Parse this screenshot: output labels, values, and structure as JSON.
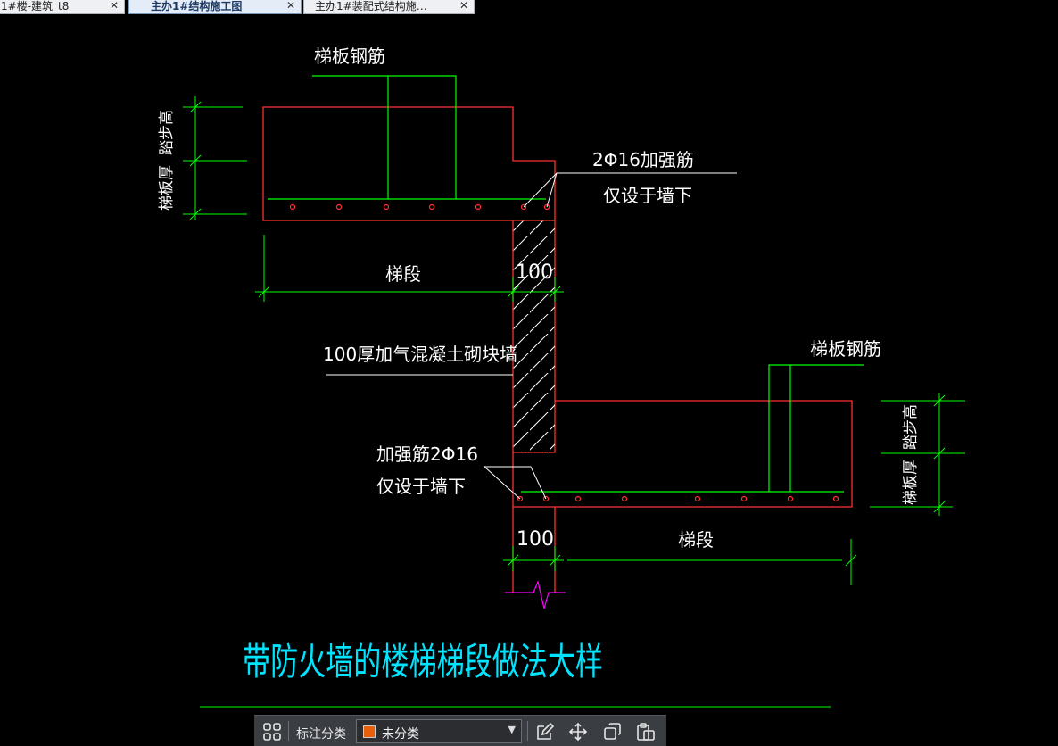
{
  "tabs": [
    {
      "label": "1#楼-建筑_t8",
      "close": "✕"
    },
    {
      "label": "主办1#结构施工图",
      "close": "✕"
    },
    {
      "label": "主办1#装配式结构施…",
      "close": "✕"
    }
  ],
  "drawing": {
    "labels": {
      "rebar_top": "梯板钢筋",
      "step_height_top": "踏步高",
      "slab_thick_top": "梯板厚",
      "reinforce_top_1": "2Φ16加强筋",
      "reinforce_top_2": "仅设于墙下",
      "flight_top": "梯段",
      "dim_top": "100",
      "wall_note": "100厚加气混凝土砌块墙",
      "rebar_bottom": "梯板钢筋",
      "step_height_bottom": "踏步高",
      "slab_thick_bottom": "梯板厚",
      "reinforce_bottom_1": "加强筋2Φ16",
      "reinforce_bottom_2": "仅设于墙下",
      "dim_bottom": "100",
      "flight_bottom": "梯段",
      "title": "带防火墙的楼梯梯段做法大样"
    },
    "colors": {
      "outline": "#ff3030",
      "rebar": "#00ff00",
      "dimension": "#00ff00",
      "text": "#ffffff",
      "title": "#00e5ff",
      "break_mark": "#ff00ff",
      "leader": "#ffffff"
    }
  },
  "toolbar": {
    "grid_icon": "grid-icon",
    "label": "标注分类",
    "select_value": "未分类",
    "swatch_color": "#e8600a",
    "caret": "▼",
    "edit_icon": "edit-icon",
    "move_icon": "move-icon",
    "copy_icon": "copy-icon",
    "paste_icon": "paste-icon"
  }
}
